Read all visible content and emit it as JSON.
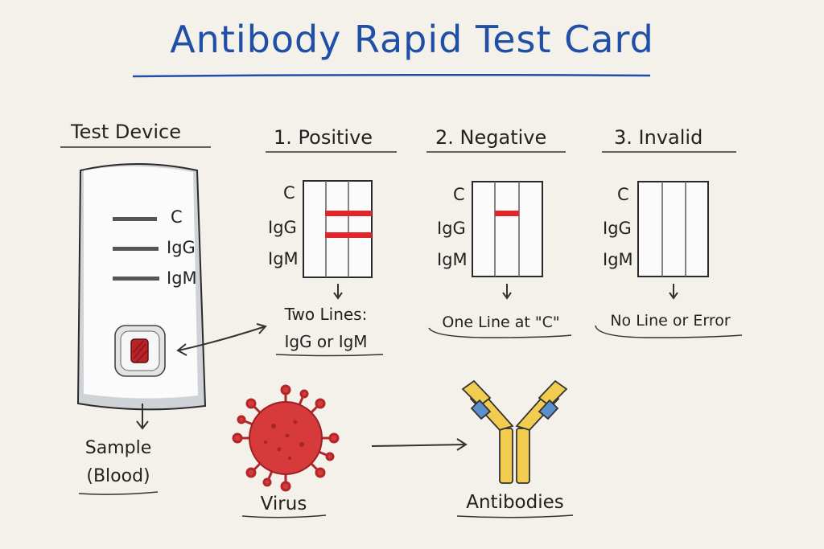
{
  "title": "Antibody Rapid Test Card",
  "device": {
    "header": "Test Device",
    "line_labels": [
      "C",
      "IgG",
      "IgM"
    ],
    "sample_label_1": "Sample",
    "sample_label_2": "(Blood)"
  },
  "results": [
    {
      "header": "1. Positive",
      "line_labels": [
        "C",
        "IgG",
        "IgM"
      ],
      "caption_1": "Two Lines:",
      "caption_2": "IgG or IgM"
    },
    {
      "header": "2. Negative",
      "line_labels": [
        "C",
        "IgG",
        "IgM"
      ],
      "caption_1": "One Line at \"C\""
    },
    {
      "header": "3. Invalid",
      "line_labels": [
        "C",
        "IgG",
        "IgM"
      ],
      "caption_1": "No Line or Error"
    }
  ],
  "virus_label": "Virus",
  "antibodies_label": "Antibodies",
  "colors": {
    "title": "#1f4fa6",
    "red_line": "#e0262b",
    "virus": "#d63a3a",
    "antibody_yellow": "#f2cc4f",
    "antibody_blue": "#5b90cc"
  }
}
